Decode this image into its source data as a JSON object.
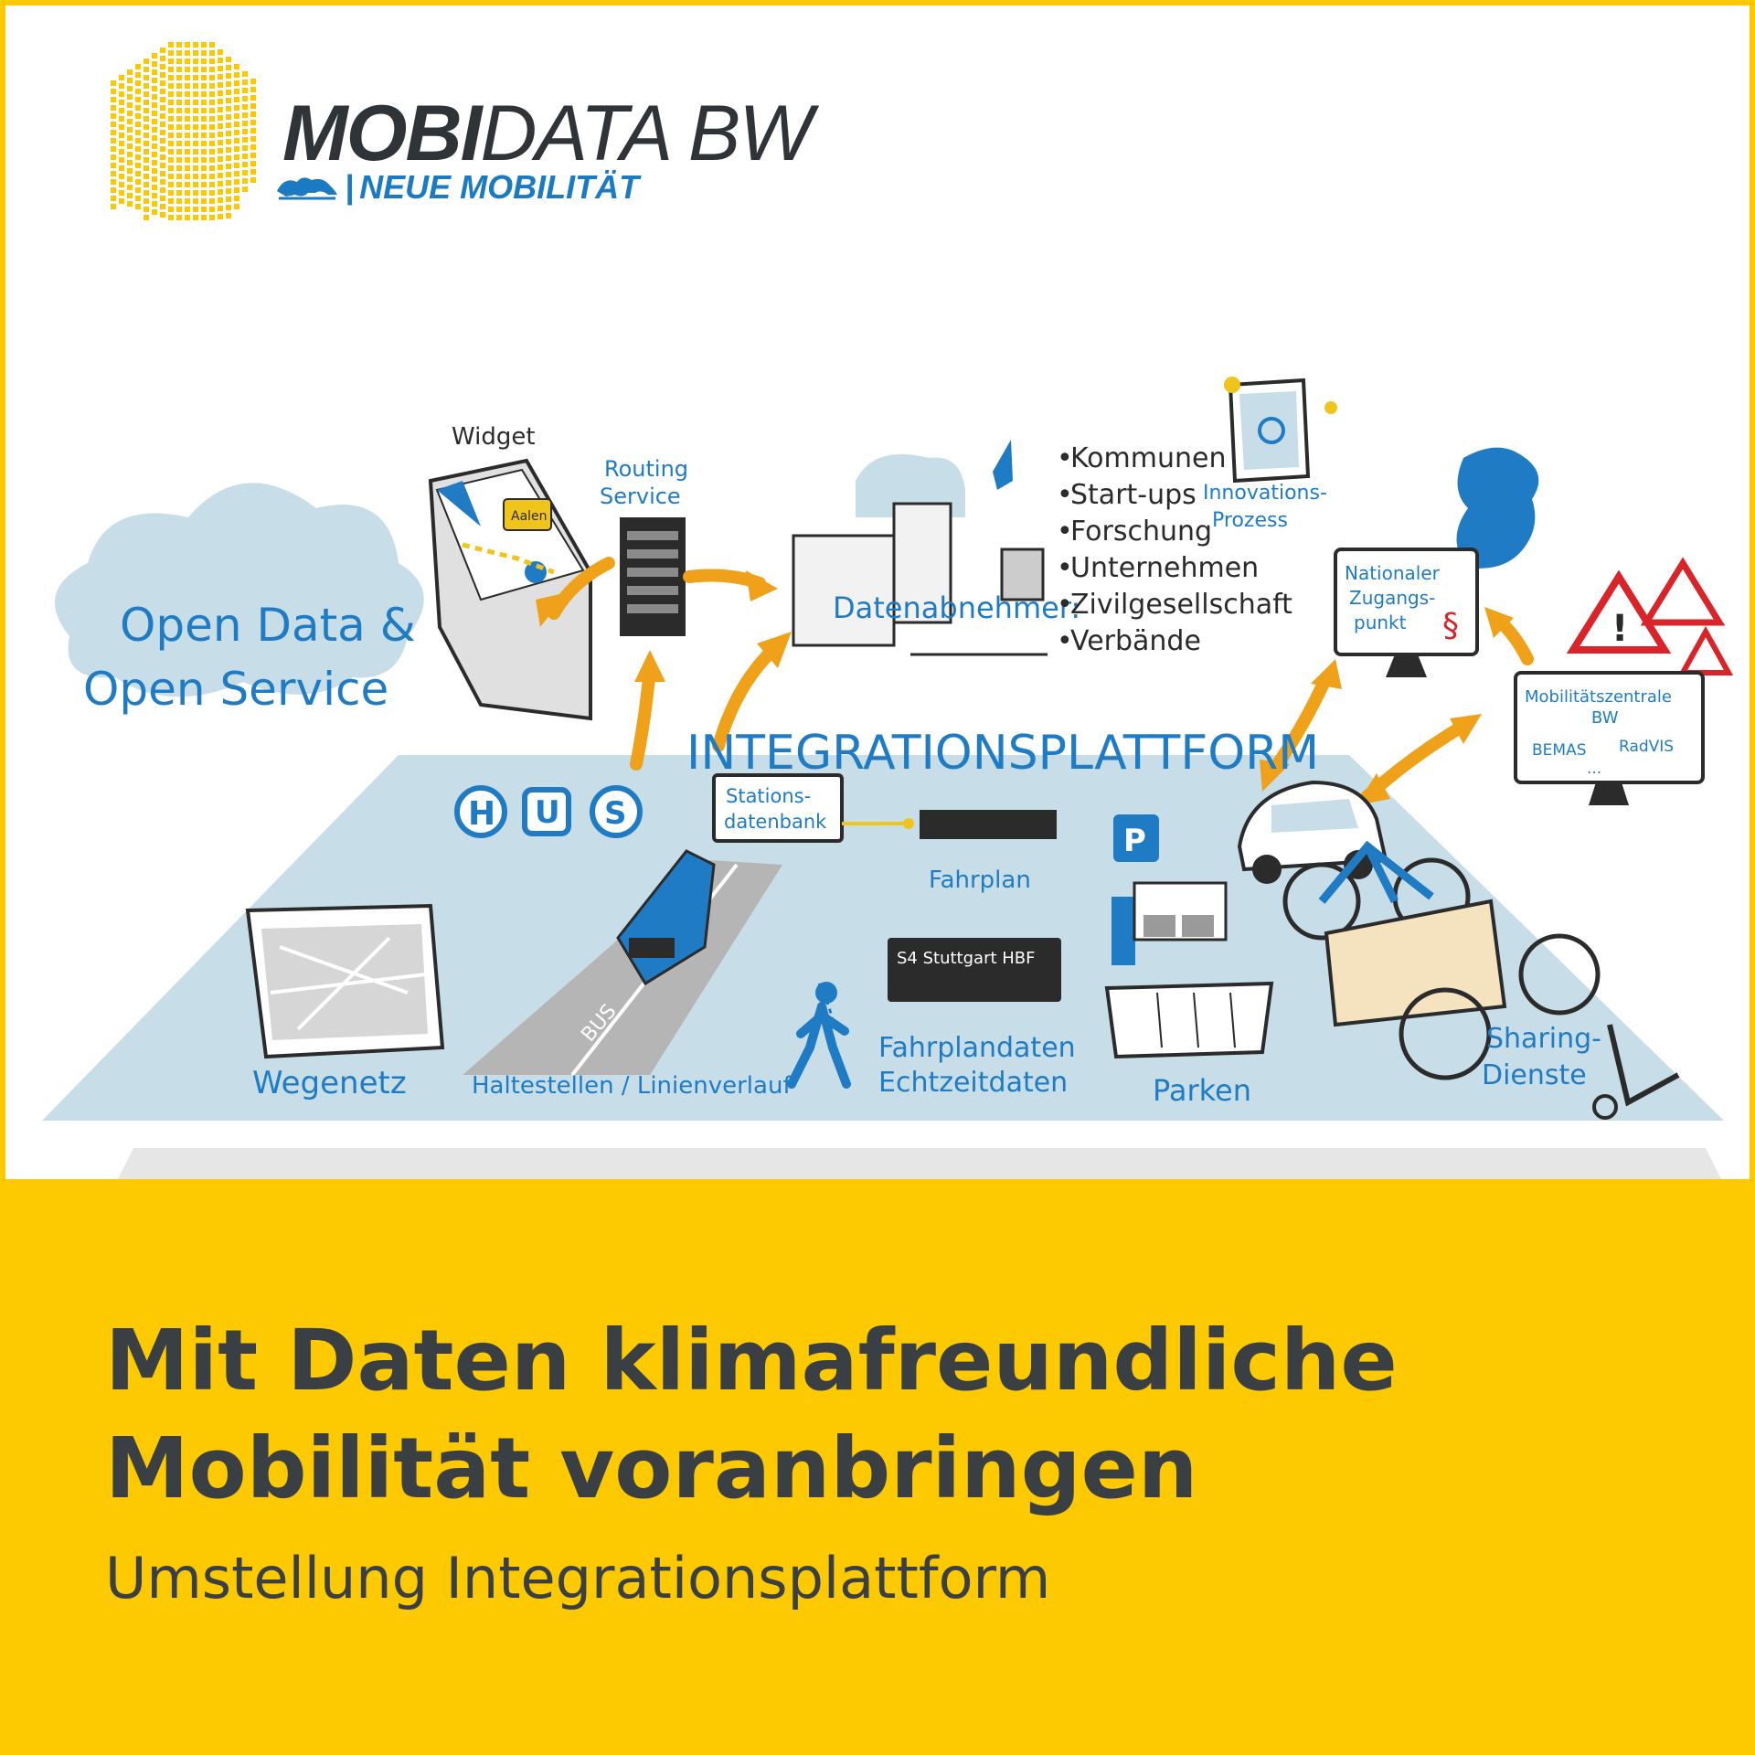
{
  "logo": {
    "brand_bold": "MOBI",
    "brand_light": "DATA BW",
    "subtitle": "NEUE MOBILITÄT",
    "colors": {
      "grid": "#fcc900",
      "text": "#2f3438",
      "accent": "#1a7ac2"
    }
  },
  "diagram": {
    "cloud_label_line1": "Open Data &",
    "cloud_label_line2": "Open Service",
    "widget_label": "Widget",
    "widget_map_label": "Aalen",
    "routing_line1": "Routing",
    "routing_line2": "Service",
    "platform_label": "INTEGRATIONSPLATTFORM",
    "stations_line1": "Stations-",
    "stations_line2": "datenbank",
    "fahrplan_label": "Fahrplan",
    "hus_letters": [
      "H",
      "U",
      "S"
    ],
    "consumers_label": "Datenabnehmer:",
    "consumers": [
      "Kommunen",
      "Start-ups",
      "Forschung",
      "Unternehmen",
      "Zivilgesellschaft",
      "Verbände"
    ],
    "innovation_line1": "Innovations-",
    "innovation_line2": "Prozess",
    "nap_line1": "Nationaler",
    "nap_line2": "Zugangs-",
    "nap_line3": "punkt",
    "nap_symbol": "§",
    "mobil_line1": "Mobilitätszentrale",
    "mobil_line2": "BW",
    "mobil_item1": "BEMAS",
    "mobil_item2": "RadVIS",
    "mobil_item3": "...",
    "wegenetz_label": "Wegenetz",
    "haltestellen_label": "Haltestellen / Linienverlauf",
    "bus_road_label": "BUS",
    "fahrplandaten_line1": "Fahrplandaten",
    "fahrplandaten_line2": "Echtzeitdaten",
    "display_line": "S4 Stuttgart HBF",
    "parken_label": "Parken",
    "parking_sign": "P",
    "sharing_line1": "Sharing-",
    "sharing_line2": "Dienste",
    "colors": {
      "blue": "#1f7cc4",
      "light_blue": "#c7dde8",
      "orange": "#f0a11a",
      "dark": "#2b2b2b",
      "red": "#d9252a"
    }
  },
  "footer": {
    "headline_line1": "Mit Daten klimafreundliche",
    "headline_line2": "Mobilität voranbringen",
    "subline": "Umstellung Integrationsplattform",
    "colors": {
      "background": "#fdc900",
      "text": "#3a3f44"
    }
  }
}
